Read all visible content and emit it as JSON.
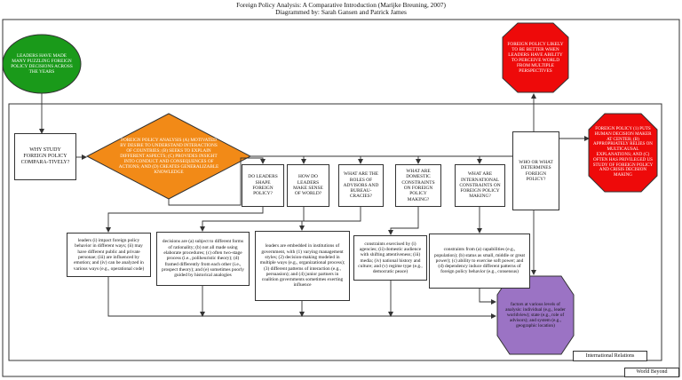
{
  "title": {
    "line1": "Foreign Policy Analysis: A Comparative Introduction (Marijke Breuning, 2007)",
    "line2": "Diagrammed by: Sarah Gansen and Patrick James"
  },
  "colors": {
    "green": "#1a9a1a",
    "orange": "#f28a17",
    "red": "#ee0a0a",
    "purple": "#9b73c4",
    "line": "#333333"
  },
  "nodes": {
    "leaders_made": "LEADERS HAVE MADE MANY PUZZLING FOREIGN POLICY DECISIONS ACROSS THE YEARS",
    "why_study": "WHY STUDY FOREIGN POLICY COMPARA-TIVELY?",
    "fpa_diamond": "FOREIGN POLICY ANALYSIS (A) MOTIVATED BY DESIRE TO UNDERSTAND INTERACTIONS OF COUNTRIES; (B) SEEKS TO EXPLAIN DIFFERENT ASPECTS; (C) PROVIDES INSIGHT INTO CONDUCT AND CONSEQUENCES OF ACTIONS; AND (D) CREATES GENERALIZABLE KNOWLEDGE",
    "red_top": "FOREIGN POLICY LIKELY TO BE BETTER WHEN LEADERS HAVE ABILITY TO PERCEIVE WORLD FROM MULTIPLE PERSPECTIVES",
    "red_right": "FOREIGN POLICY (1) PUTS HUMAN DECISION MAKER AT CENTER; (B) APPROPRIATELY RELIES ON MULTICAUSAL EXPLANATIONS; AND (C) OFTEN HAS PRIVILEGED US STUDY OF FOREIGN POLICY AND CRISIS DECISION MAKING",
    "q_shape": "DO LEADERS SHAPE FOREIGN POLICY?",
    "q_sense": "HOW DO LEADERS MAKE SENSE OF WORLD?",
    "q_roles": "WHAT ARE THE ROLES OF ADVISORS AND BUREAU-CRACIES?",
    "q_domestic": "WHAT ARE DOMESTIC CONSTRAINTS ON FOREIGN POLICY MAKING?",
    "q_international": "WHAT ARE INTERNATIONAL CONSTRAINTS ON FOREIGN POLICY MAKING?",
    "q_determines": "WHO OR WHAT DETERMINES FOREIGN POLICY?",
    "a_leaders": "leaders (i) impact foreign policy behavior in different ways; (ii) may have different public and private personae; (iii) are influenced by emotion; and (iv) can be analyzed in various ways (e.g., operational code)",
    "a_decisions": "decisions are (a) subject to different forms of rationality; (b) not all made using elaborate procedures; (c) often two-stage process (i.e., poliheuristic theory); (d) framed differently from each other (i.e., prospect theory); and (e) sometimes poorly guided by historical analogies",
    "a_institutions": "leaders are embedded in institutions of government, with (1) varying management styles; (2) decision-making modeled in multiple ways (e.g., organizational process); (3) different patterns of interaction (e.g., persuasion); and (4) junior partners in coalition governments sometimes exerting influence",
    "a_domestic": "constraints exercised by (i) agencies; (ii) domestic audience with shifting attentiveness; (iii) media; (iv) national history and culture; and (v) regime type (e.g., democratic peace)",
    "a_international": "constraints from (a) capabilities (e.g., population); (b) status as small, middle or great power); (c) ability to exercise soft power; and (d) dependency induce different patterns of foreign policy behavior (e.g., consensus)",
    "purple": "factors at various levels of analysis: individual (e.g., leader worldview); state (e.g., role of advisors); and system (e.g., geographic location)"
  },
  "frames": {
    "international_relations": "International Relations",
    "world_beyond": "World Beyond"
  }
}
